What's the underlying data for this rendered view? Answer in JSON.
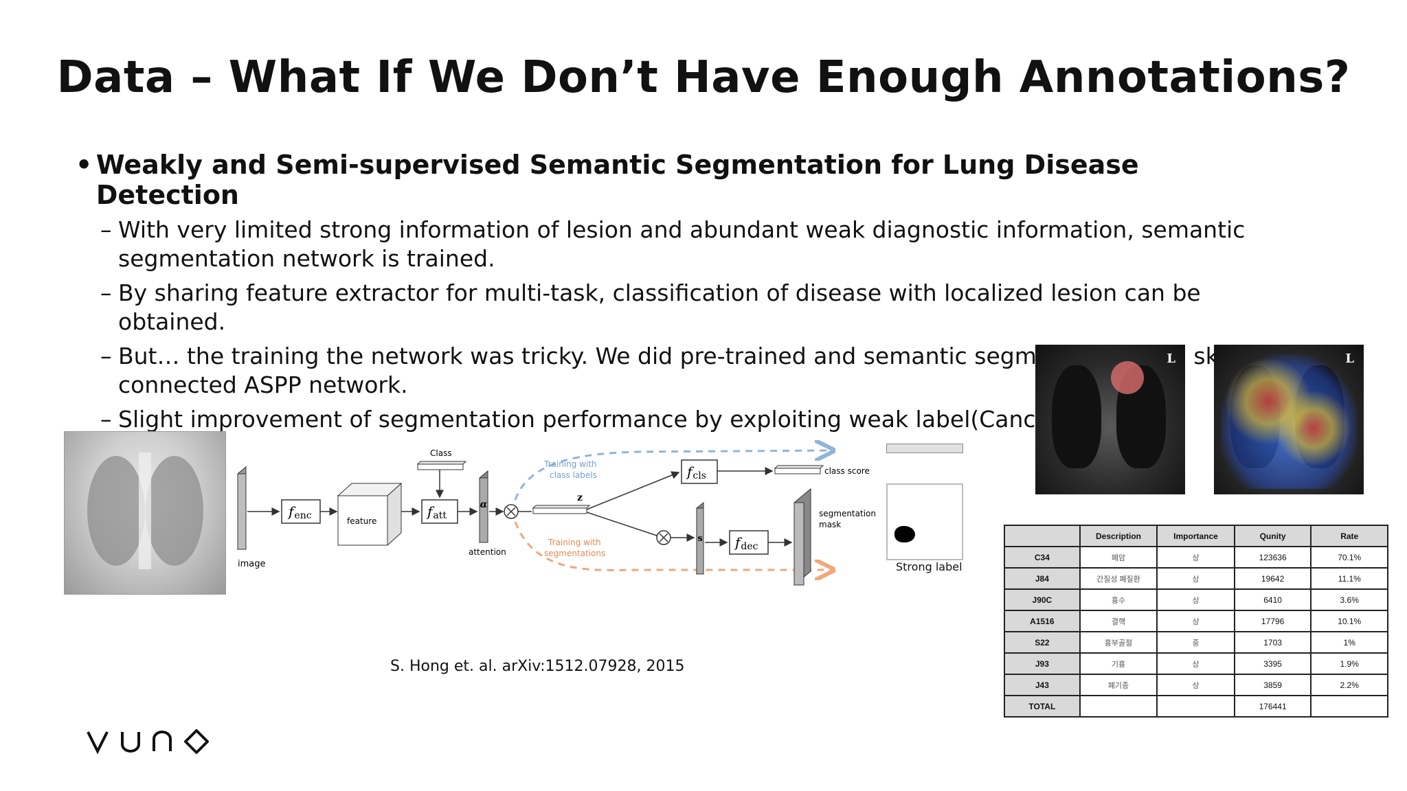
{
  "slide": {
    "title": "Data – What If We Don’t Have Enough Annotations?",
    "main_bullet": "Weakly and Semi-supervised Semantic Segmentation for Lung Disease Detection",
    "sub_bullets": [
      "With very limited strong information of lesion and abundant weak diagnostic information, semantic segmentation network is trained.",
      "By sharing feature extractor for multi-task, classification of disease with localized lesion can be obtained.",
      "But… the training the network was tricky. We did pre-trained and semantic segmentation with skipped connected ASPP network.",
      "Slight improvement of segmentation performance by exploiting weak label(Cancer)"
    ]
  },
  "diagram": {
    "image_label": "image",
    "fenc": "f",
    "fenc_sub": "enc",
    "feature": "feature",
    "class_label": "Class",
    "fatt": "f",
    "fatt_sub": "att",
    "alpha": "α",
    "attention": "attention",
    "z": "z",
    "train_class_1": "Training with",
    "train_class_2": "class labels",
    "train_seg_1": "Training with",
    "train_seg_2": "segmentations",
    "fcls": "f",
    "fcls_sub": "cls",
    "class_score": "class score",
    "s": "s",
    "fdec": "f",
    "fdec_sub": "dec",
    "seg_mask_1": "segmentation",
    "seg_mask_2": "mask",
    "strong_label": "Strong label",
    "colors": {
      "blue": "#8fb4d8",
      "orange": "#f0a878"
    }
  },
  "citation": "S. Hong et. al. arXiv:1512.07928, 2015",
  "xray_marks": {
    "gt": "L",
    "pred": "L"
  },
  "table": {
    "headers": [
      "",
      "Description",
      "Importance",
      "Qunity",
      "Rate"
    ],
    "rows": [
      [
        "C34",
        "폐암",
        "상",
        "123636",
        "70.1%"
      ],
      [
        "J84",
        "간질성 폐질환",
        "상",
        "19642",
        "11.1%"
      ],
      [
        "J90C",
        "흉수",
        "상",
        "6410",
        "3.6%"
      ],
      [
        "A1516",
        "결핵",
        "상",
        "17796",
        "10.1%"
      ],
      [
        "S22",
        "흉부골절",
        "중",
        "1703",
        "1%"
      ],
      [
        "J93",
        "기흉",
        "상",
        "3395",
        "1.9%"
      ],
      [
        "J43",
        "폐기종",
        "상",
        "3859",
        "2.2%"
      ],
      [
        "TOTAL",
        "",
        "",
        "176441",
        ""
      ]
    ]
  },
  "logo": {
    "text": "VUNO"
  }
}
